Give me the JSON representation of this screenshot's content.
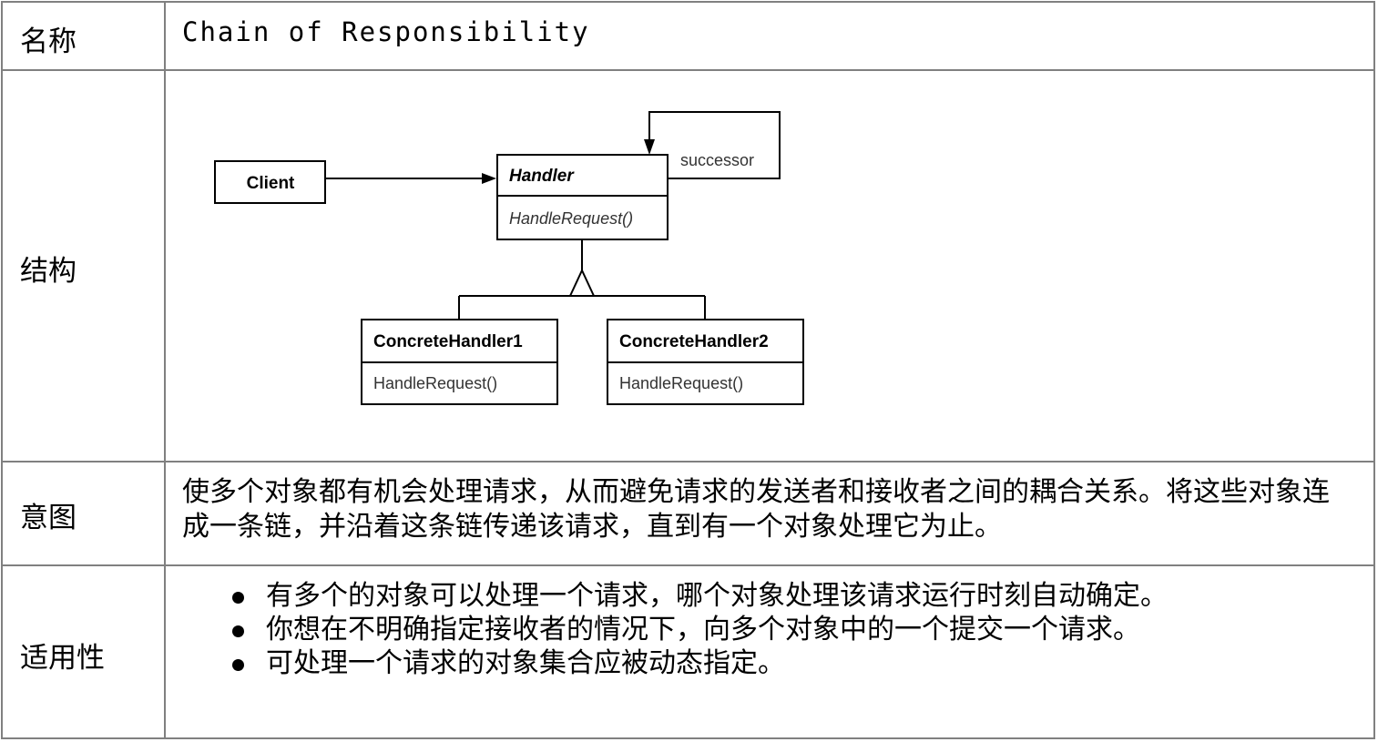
{
  "rows": {
    "name": {
      "label": "名称",
      "value": "Chain of Responsibility"
    },
    "structure": {
      "label": "结构"
    },
    "intent": {
      "label": "意图",
      "text": "使多个对象都有机会处理请求，从而避免请求的发送者和接收者之间的耦合关系。将这些对象连成一条链，并沿着这条链传递该请求，直到有一个对象处理它为止。"
    },
    "applicability": {
      "label": "适用性",
      "items": [
        "有多个的对象可以处理一个请求，哪个对象处理该请求运行时刻自动确定。",
        "你想在不明确指定接收者的情况下，向多个对象中的一个提交一个请求。",
        "可处理一个请求的对象集合应被动态指定。"
      ]
    }
  },
  "diagram": {
    "client": "Client",
    "handler": {
      "name": "Handler",
      "method": "HandleRequest()"
    },
    "successor": "successor",
    "concrete1": {
      "name": "ConcreteHandler1",
      "method": "HandleRequest()"
    },
    "concrete2": {
      "name": "ConcreteHandler2",
      "method": "HandleRequest()"
    }
  }
}
